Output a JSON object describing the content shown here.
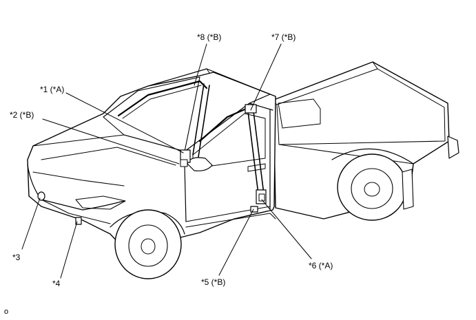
{
  "diagram": {
    "callouts": {
      "c1": "*1 (*A)",
      "c2": "*2 (*B)",
      "c3": "*3",
      "c4": "*4",
      "c5": "*5 (*B)",
      "c6": "*6 (*A)",
      "c7": "*7 (*B)",
      "c8": "*8 (*B)"
    },
    "figure_id": "o"
  }
}
